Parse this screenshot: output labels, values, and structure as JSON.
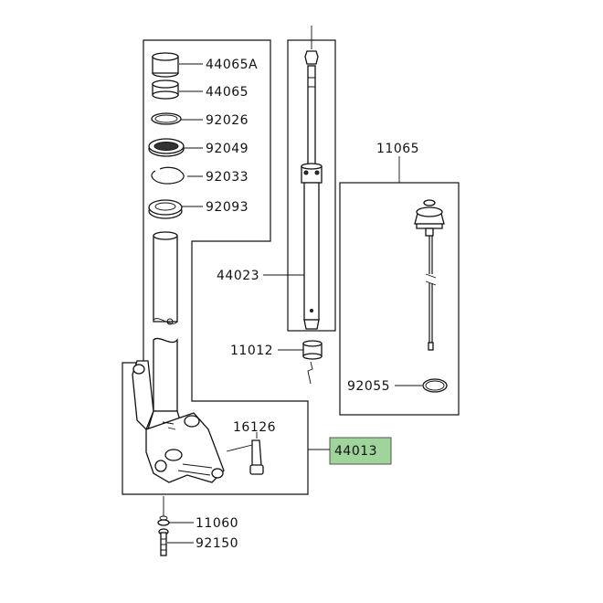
{
  "diagram": {
    "callouts": [
      {
        "id": "p44065a",
        "label": "44065A"
      },
      {
        "id": "p44065",
        "label": "44065"
      },
      {
        "id": "p92026",
        "label": "92026"
      },
      {
        "id": "p92049",
        "label": "92049"
      },
      {
        "id": "p92033",
        "label": "92033"
      },
      {
        "id": "p92093",
        "label": "92093"
      },
      {
        "id": "p44023",
        "label": "44023"
      },
      {
        "id": "p11065",
        "label": "11065"
      },
      {
        "id": "p11012",
        "label": "11012"
      },
      {
        "id": "p92055",
        "label": "92055"
      },
      {
        "id": "p16126",
        "label": "16126"
      },
      {
        "id": "p44013",
        "label": "44013"
      },
      {
        "id": "p11060",
        "label": "11060"
      },
      {
        "id": "p92150",
        "label": "92150"
      }
    ],
    "highlight_color": "#9fd49a"
  }
}
